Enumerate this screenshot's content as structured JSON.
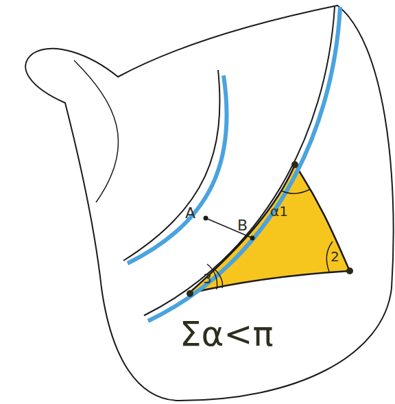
{
  "diagram": {
    "labels": [
      "A",
      "B",
      "α1",
      "2",
      "3",
      "Σα<π"
    ]
  }
}
